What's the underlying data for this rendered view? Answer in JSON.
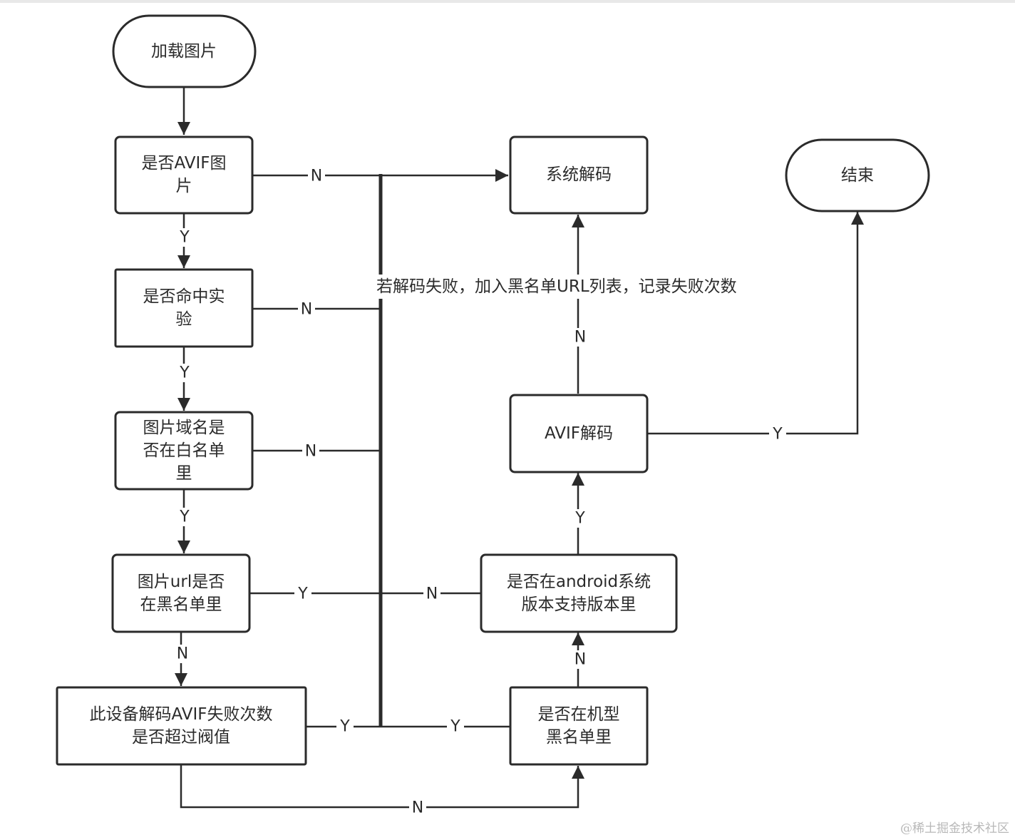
{
  "nodes": {
    "start": {
      "lines": [
        "加载图片"
      ]
    },
    "is_avif": {
      "lines": [
        "是否AVIF图",
        "片"
      ]
    },
    "in_experiment": {
      "lines": [
        "是否命中实",
        "验"
      ]
    },
    "domain_whitelist": {
      "lines": [
        "图片域名是",
        "否在白名单",
        "里"
      ]
    },
    "url_blacklist": {
      "lines": [
        "图片url是否",
        "在黑名单里"
      ]
    },
    "fail_threshold": {
      "lines": [
        "此设备解码AVIF失败次数",
        "是否超过阀值"
      ]
    },
    "system_decode": {
      "lines": [
        "系统解码"
      ]
    },
    "end": {
      "lines": [
        "结束"
      ]
    },
    "avif_decode": {
      "lines": [
        "AVIF解码"
      ]
    },
    "android_version": {
      "lines": [
        "是否在android系统",
        "版本支持版本里"
      ]
    },
    "model_blacklist": {
      "lines": [
        "是否在机型",
        "黑名单里"
      ]
    }
  },
  "edge_labels": {
    "is_avif_no": "N",
    "is_avif_yes": "Y",
    "experiment_no": "N",
    "experiment_yes": "Y",
    "whitelist_no": "N",
    "whitelist_yes": "Y",
    "url_blacklist_yes": "Y",
    "url_blacklist_no": "N",
    "threshold_yes": "Y",
    "threshold_no": "N",
    "model_blacklist_yes": "Y",
    "model_blacklist_no": "N",
    "android_version_no": "N",
    "android_version_yes": "Y",
    "avif_decode_yes": "Y",
    "avif_decode_no": "N"
  },
  "annotation": "若解码失败，加入黑名单URL列表，记录失败次数",
  "watermark": "@稀土掘金技术社区"
}
